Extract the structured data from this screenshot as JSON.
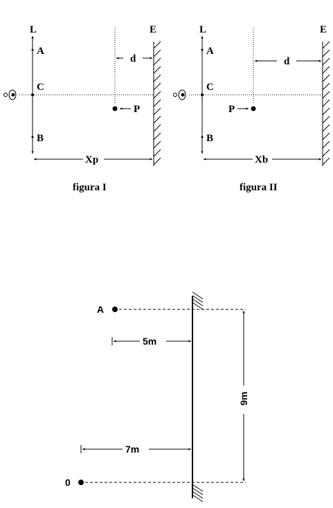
{
  "figure1": {
    "label_L": "L",
    "label_E": "E",
    "label_A": "A",
    "label_C": "C",
    "label_B": "B",
    "label_d": "d",
    "label_P": "P",
    "label_Xp": "Xp",
    "caption": "figura I"
  },
  "figure2": {
    "label_L": "L",
    "label_E": "E",
    "label_A": "A",
    "label_C": "C",
    "label_B": "B",
    "label_d": "d",
    "label_P": "P",
    "label_Xb": "Xb",
    "caption": "figura II"
  },
  "figure3": {
    "label_A": "A",
    "label_O": "0",
    "dist_A": "5m",
    "dist_O": "7m",
    "height": "9m"
  }
}
